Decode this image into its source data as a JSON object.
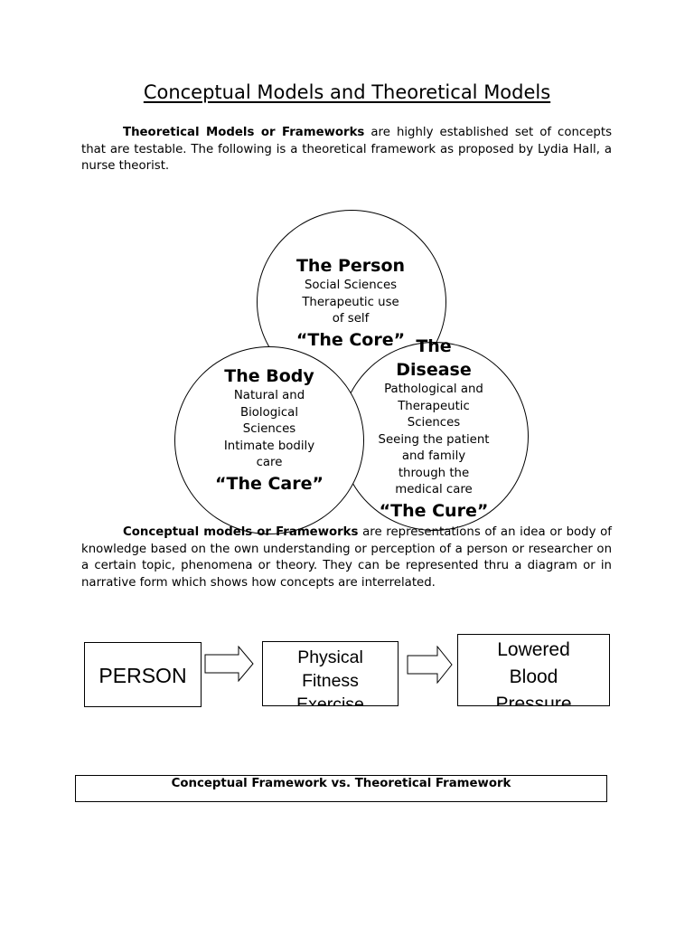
{
  "document": {
    "title": "Conceptual Models and Theoretical Models",
    "intro": {
      "bold_lead": "Theoretical Models or Frameworks",
      "text": " are highly established set of concepts that are testable. The following is a theoretical framework as proposed by Lydia Hall, a nurse theorist."
    },
    "hall_model": {
      "person": {
        "title": "The Person",
        "lines": [
          "Social Sciences",
          "Therapeutic use",
          "of self"
        ],
        "quote": "“The Core”"
      },
      "body": {
        "title": "The Body",
        "lines": [
          "Natural and",
          "Biological",
          "Sciences",
          "Intimate bodily",
          "care"
        ],
        "quote": "“The Care”"
      },
      "disease": {
        "title_line1": "The",
        "title_line2": "Disease",
        "lines": [
          "Pathological and",
          "Therapeutic",
          "Sciences",
          "Seeing the patient",
          "and family",
          "through the",
          "medical care"
        ],
        "quote": "“The Cure”"
      }
    },
    "conceptual": {
      "bold_lead": "Conceptual models or Frameworks",
      "text": " are representations of an idea or body of knowledge based on the own understanding or perception of a person or researcher on a certain topic, phenomena or theory. They can be represented thru a diagram or in narrative form which shows how concepts are interrelated."
    },
    "flow": {
      "box1": "PERSON",
      "box2_lines": [
        "Physical",
        "Fitness",
        "Exercise"
      ],
      "box3_lines": [
        "Lowered",
        "Blood",
        "Pressure"
      ]
    },
    "comparison_heading": "Conceptual Framework vs. Theoretical Framework"
  }
}
